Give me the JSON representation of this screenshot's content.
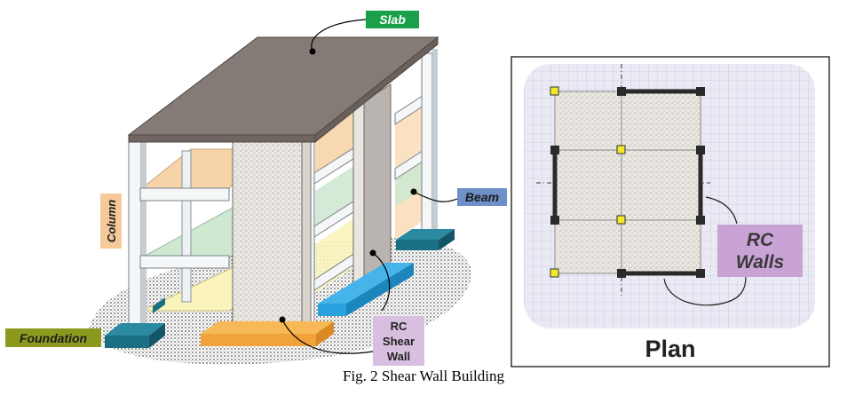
{
  "labels": {
    "slab": "Slab",
    "beam": "Beam",
    "column": "Column",
    "foundation": "Foundation",
    "shear_wall": [
      "RC",
      "Shear",
      "Wall"
    ],
    "rc_walls": [
      "RC",
      "Walls"
    ],
    "plan": "Plan"
  },
  "caption": "Fig. 2 Shear Wall Building",
  "colors": {
    "slab_label": "#1aa04a",
    "beam_label": "#6f8fc9",
    "column_label": "#f5c99a",
    "foundation_label": "#8b9a1e",
    "shear_wall_label": "#d8bfe0",
    "rc_walls_label": "#c9a3d6",
    "slab": "#857b76",
    "foundation_teal": "#1b6f83",
    "foundation_orange": "#f2a23a",
    "foundation_blue": "#2aa2e0",
    "floor_orange": "#f6d4a8",
    "floor_green": "#cfe8d2",
    "floor_yellow": "#fbf3bc"
  }
}
